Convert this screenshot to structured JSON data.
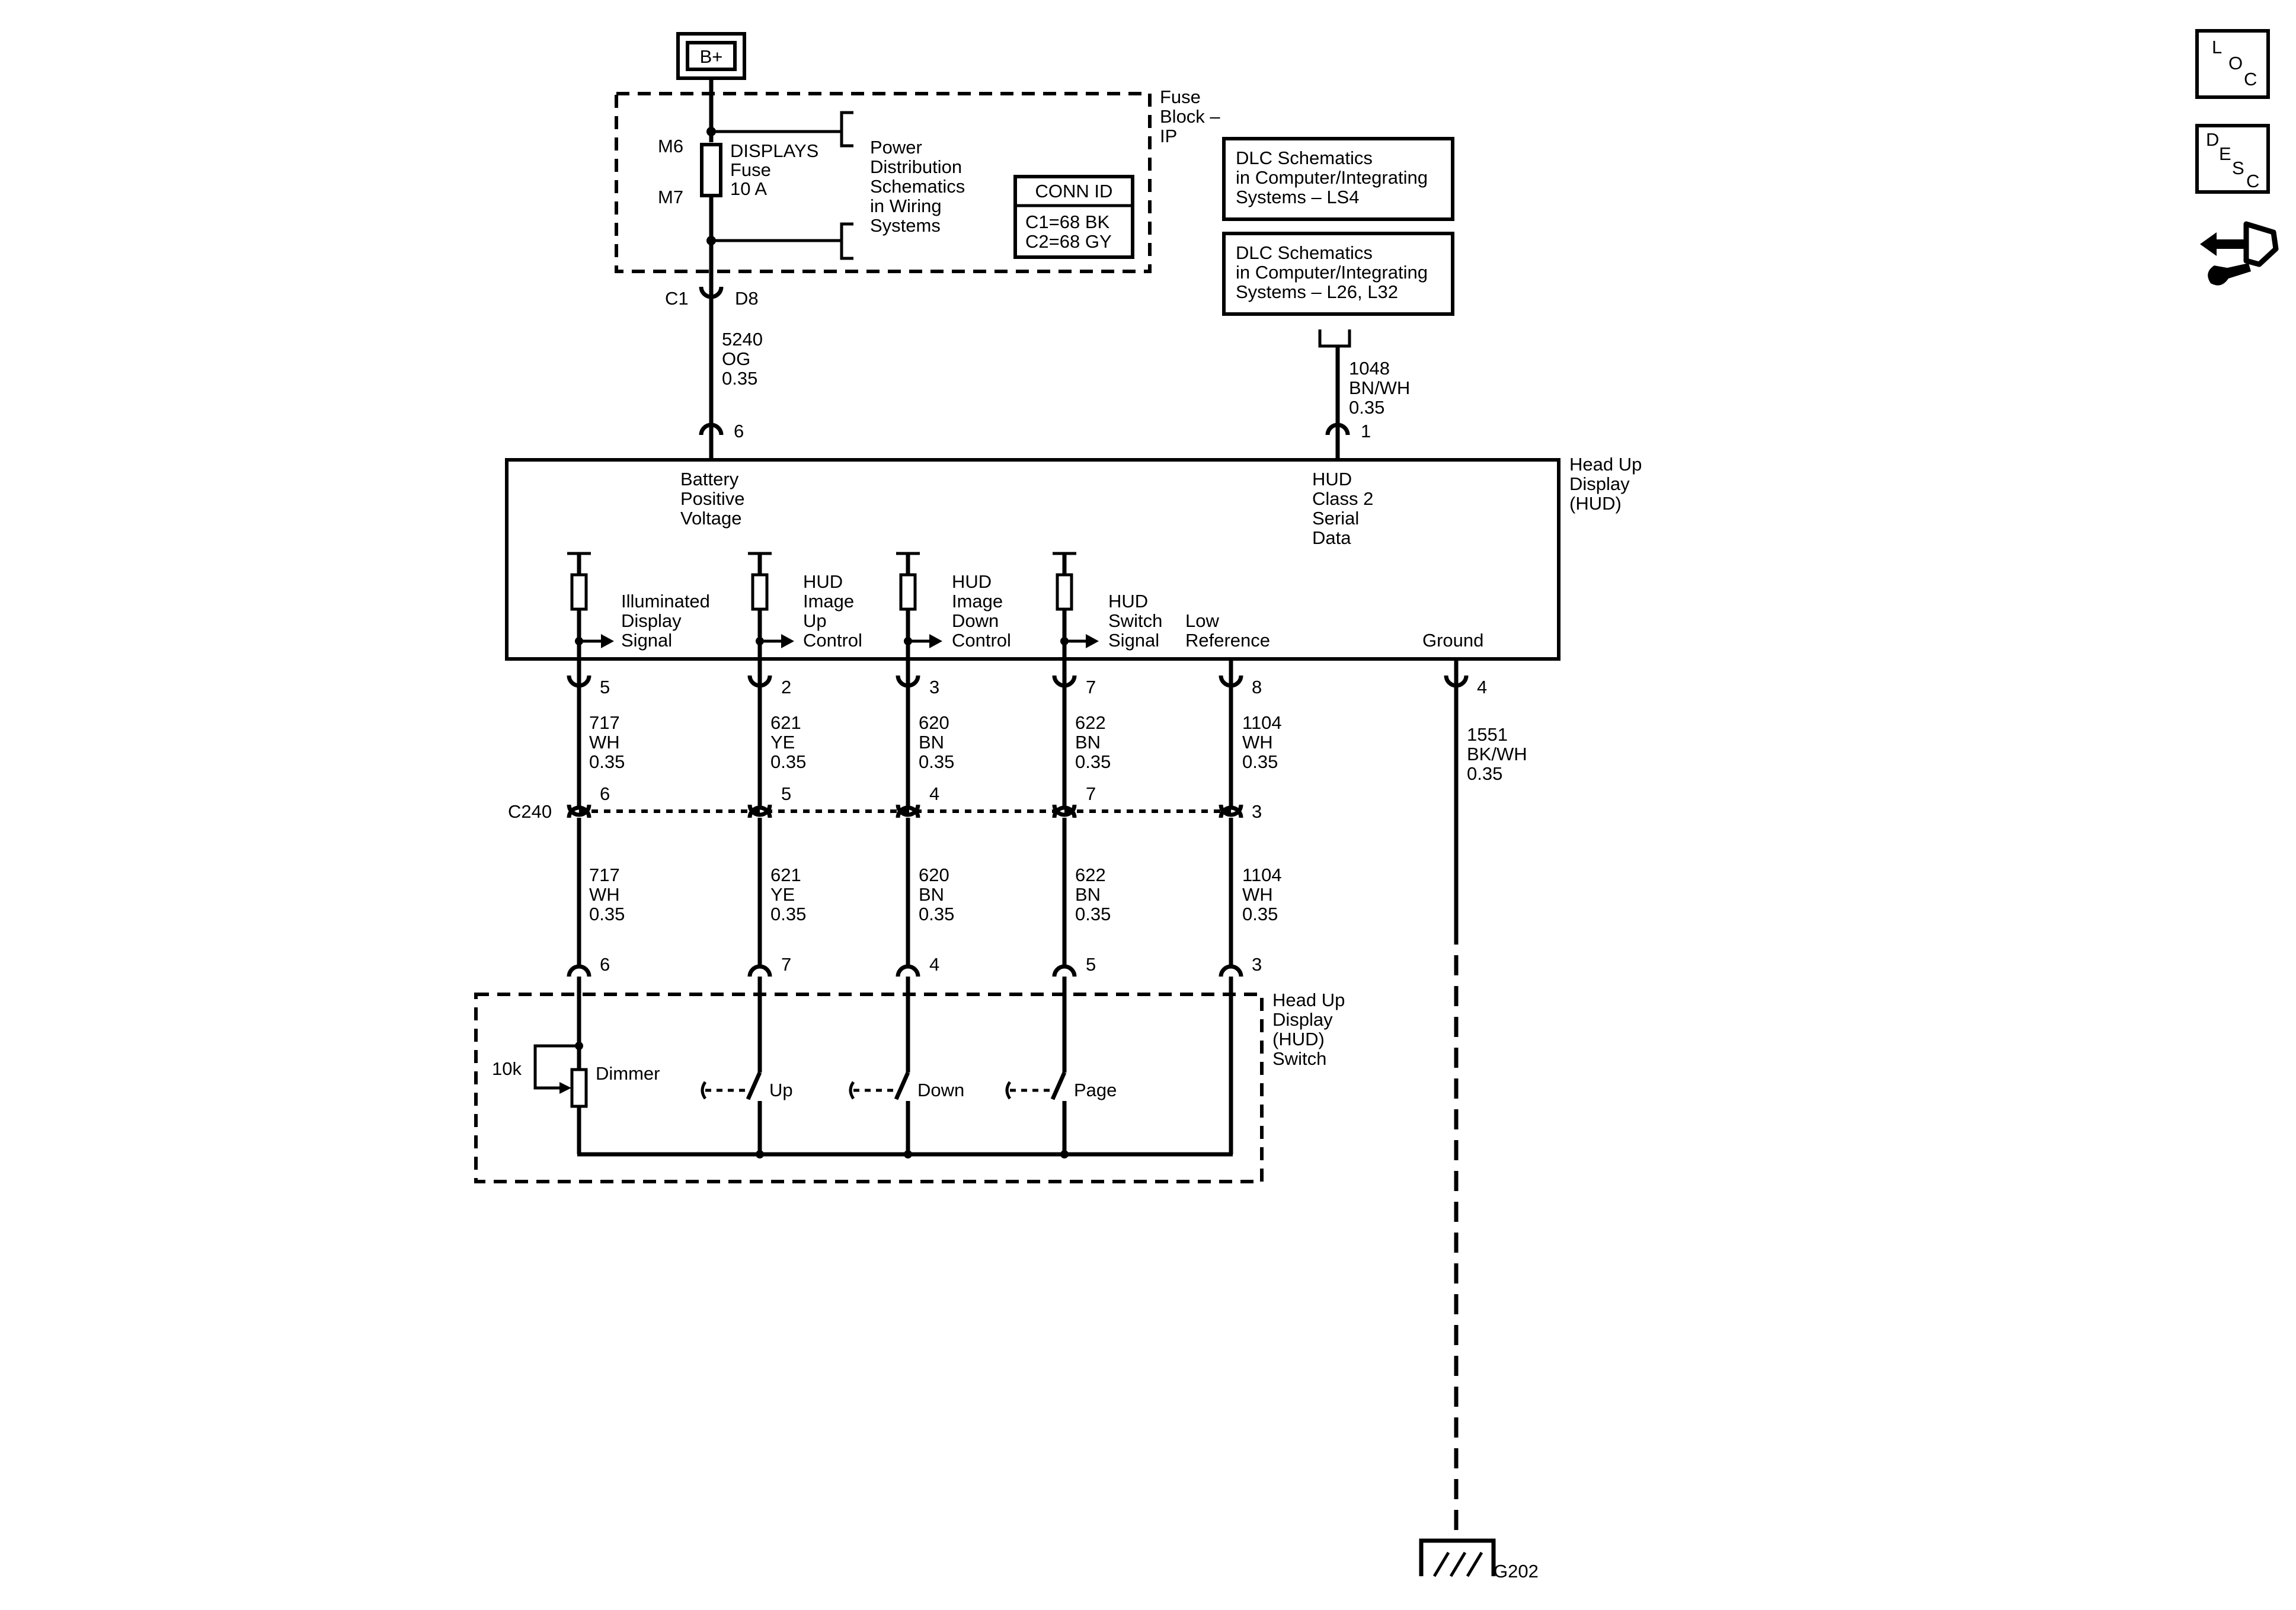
{
  "power_source": "B+",
  "fuse_block": {
    "title": [
      "Fuse",
      "Block –",
      "IP"
    ],
    "fuse_lines": [
      "DISPLAYS",
      "Fuse",
      "10 A"
    ],
    "pin_top": "M6",
    "pin_bottom": "M7",
    "power_dist_ref": [
      "Power",
      "Distribution",
      "Schematics",
      "in Wiring",
      "Systems"
    ],
    "conn_id_title": "CONN ID",
    "conn_id_lines": [
      "C1=68 BK",
      "C2=68 GY"
    ],
    "out_connector": "C1",
    "out_pin": "D8"
  },
  "dlc_refs": [
    [
      "DLC Schematics",
      "in Computer/Integrating",
      "Systems – LS4"
    ],
    [
      "DLC Schematics",
      "in Computer/Integrating",
      "Systems – L26, L32"
    ]
  ],
  "top_wires": [
    {
      "circuit": [
        "5240",
        "OG",
        "0.35"
      ],
      "hud_pin": "6",
      "function": [
        "Battery",
        "Positive",
        "Voltage"
      ]
    },
    {
      "circuit": [
        "1048",
        "BN/WH",
        "0.35"
      ],
      "hud_pin": "1",
      "function": [
        "HUD",
        "Class 2",
        "Serial",
        "Data"
      ]
    }
  ],
  "hud_module": {
    "title": [
      "Head Up",
      "Display",
      "(HUD)"
    ],
    "signals": [
      {
        "function": [
          "Illuminated",
          "Display",
          "Signal"
        ],
        "pin": "5",
        "circuit": [
          "717",
          "WH",
          "0.35"
        ],
        "c240_pin": "6",
        "switch_pin": "6"
      },
      {
        "function": [
          "HUD",
          "Image",
          "Up",
          "Control"
        ],
        "pin": "2",
        "circuit": [
          "621",
          "YE",
          "0.35"
        ],
        "c240_pin": "5",
        "switch_pin": "7"
      },
      {
        "function": [
          "HUD",
          "Image",
          "Down",
          "Control"
        ],
        "pin": "3",
        "circuit": [
          "620",
          "BN",
          "0.35"
        ],
        "c240_pin": "4",
        "switch_pin": "4"
      },
      {
        "function": [
          "HUD",
          "Switch",
          "Signal"
        ],
        "pin": "7",
        "circuit": [
          "622",
          "BN",
          "0.35"
        ],
        "c240_pin": "7",
        "switch_pin": "5"
      },
      {
        "function": [
          "Low",
          "Reference"
        ],
        "pin": "8",
        "circuit": [
          "1104",
          "WH",
          "0.35"
        ],
        "c240_pin": "3",
        "switch_pin": "3"
      }
    ],
    "ground": {
      "label": "Ground",
      "pin": "4",
      "circuit": [
        "1551",
        "BK/WH",
        "0.35"
      ],
      "ground_id": "G202"
    }
  },
  "inline_connector": "C240",
  "switch_assembly": {
    "title": [
      "Head Up",
      "Display",
      "(HUD)",
      "Switch"
    ],
    "pot_value": "10k",
    "pot_label": "Dimmer",
    "switches": [
      "Up",
      "Down",
      "Page"
    ]
  },
  "side_icons": {
    "loc": [
      "L",
      "O",
      "C"
    ],
    "desc": [
      "D",
      "E",
      "S",
      "C"
    ],
    "nav": "wrench-hand-icon"
  }
}
